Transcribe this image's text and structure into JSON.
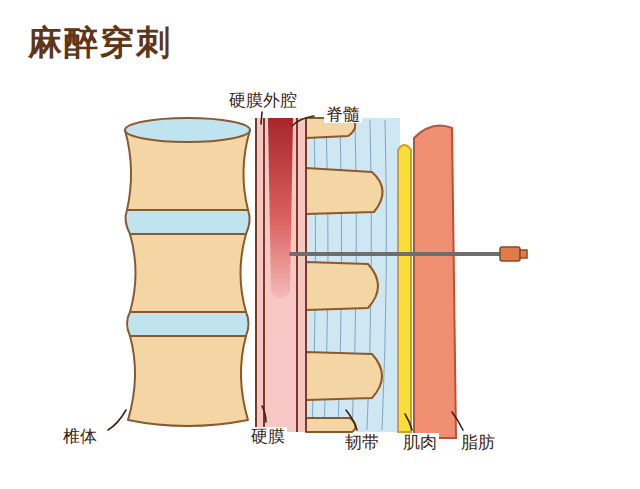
{
  "diagram": {
    "title": "麻醉穿刺",
    "labels": [
      "硬膜外腔",
      "脊髓",
      "椎体",
      "硬膜",
      "韧带",
      "肌肉",
      "脂肪"
    ]
  }
}
